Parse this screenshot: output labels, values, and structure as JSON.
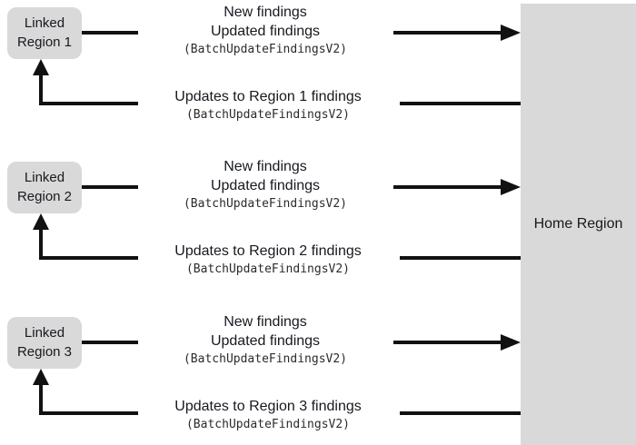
{
  "colors": {
    "box_fill": "#d9d9d9",
    "line": "#111111",
    "text": "#16191f"
  },
  "home_region": {
    "label": "Home Region"
  },
  "rows": [
    {
      "region_label": "Linked\nRegion 1",
      "forward_line1": "New findings",
      "forward_line2": "Updated findings",
      "forward_api": "(BatchUpdateFindingsV2)",
      "return_label": "Updates to Region 1 findings",
      "return_api": "(BatchUpdateFindingsV2)"
    },
    {
      "region_label": "Linked\nRegion 2",
      "forward_line1": "New findings",
      "forward_line2": "Updated findings",
      "forward_api": "(BatchUpdateFindingsV2)",
      "return_label": "Updates to Region 2 findings",
      "return_api": "(BatchUpdateFindingsV2)"
    },
    {
      "region_label": "Linked\nRegion 3",
      "forward_line1": "New findings",
      "forward_line2": "Updated findings",
      "forward_api": "(BatchUpdateFindingsV2)",
      "return_label": "Updates to Region 3 findings",
      "return_api": "(BatchUpdateFindingsV2)"
    }
  ]
}
